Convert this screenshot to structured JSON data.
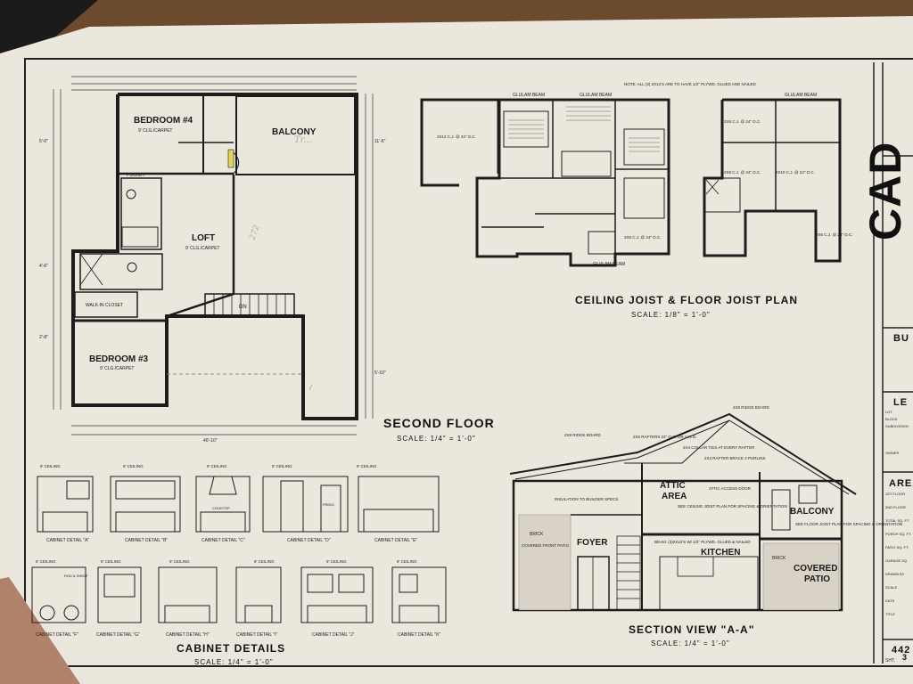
{
  "second_floor": {
    "title": "SECOND FLOOR",
    "scale": "SCALE: 1/4\" = 1'-0\"",
    "rooms": {
      "bedroom4": "BEDROOM #4",
      "bedroom4_sub": "9' CLG./CARPET",
      "balcony": "BALCONY",
      "loft": "LOFT",
      "loft_sub": "9' CLG./CARPET",
      "bedroom3": "BEDROOM #3",
      "bedroom3_sub": "9' CLG./CARPET",
      "pocket": "POCKET",
      "walkin_closet": "WALK-IN CLOSET",
      "stairs": "DN"
    },
    "dims": {
      "overall": "40'-10\"",
      "left_a": "5'-0\"",
      "left_b": "4'-6\"",
      "left_c": "2'-8\"",
      "right_a": "11'-6\"",
      "right_b": "5'-10\""
    }
  },
  "joist_plan": {
    "title": "CEILING JOIST & FLOOR JOIST PLAN",
    "scale": "SCALE: 1/8\" = 1'-0\"",
    "labels": {
      "glulam_1": "GLULAM BEAM",
      "glulam_2": "GLULAM BEAM",
      "glulam_3": "GLULAM BEAM",
      "glulam_4": "GLULAM BEAM",
      "note": "NOTE: ALL (3) 2X12'S ARE TO HAVE 1/2\" PLYWD. GLUED AND NAILED",
      "cj_a": "2X12 C.J. @ 24\" O.C.",
      "cj_b": "2X6 C.J. @ 24\" O.C.",
      "cj_c": "2X10 C.J. @ 24\" O.C.",
      "cj_d": "2X6 C.J. @ 24\" O.C.",
      "cj_e": "2X8 C.J. @ 24\" O.C.",
      "cj_f": "2X6 C.J. @ 24\" O.C."
    }
  },
  "section": {
    "title": "SECTION VIEW \"A-A\"",
    "scale": "SCALE: 1/4\" = 1'-0\"",
    "labels": {
      "attic": "ATTIC",
      "area": "AREA",
      "foyer": "FOYER",
      "kitchen": "KITCHEN",
      "balcony": "BALCONY",
      "covered": "COVERED",
      "patio": "PATIO",
      "brick1": "BRICK",
      "brick2": "BRICK",
      "covered_front": "COVERED FRONT PATIO",
      "insulation": "INSULATION TO BUILDER SPECS.",
      "ridge1": "2X8 RIDGE BOARD",
      "ridge2": "2X8 RIDGE BOARD",
      "rafters": "2X6 RAFTERS 24\" O.C. OR U.N.O.",
      "collar": "2X4 COLLAR TIES AT EVERY RAFTER",
      "purlin": "2X4 RAFTER BRACE 4 PURLINS",
      "attic_access": "ATTIC ACCESS DOOR",
      "ceiling_joist": "SEE CEILING JOIST PLAN FOR SPACING & ORIENTATION",
      "floor_joist": "SEE FLOOR JOIST PLAN FOR SPACING & ORIENTATION",
      "beam": "BEAM: (3)2X12'S W/ 1/2\" PLYWD. GLUED & NAILED"
    }
  },
  "cabinets": {
    "title": "CABINET DETAILS",
    "scale": "SCALE: 1/4\" = 1'-0\"",
    "row1": [
      {
        "ceiling": "9' CEILING",
        "label": "CABINET DETAIL \"A\""
      },
      {
        "ceiling": "9' CEILING",
        "label": "CABINET DETAIL \"B\""
      },
      {
        "ceiling": "9' CEILING",
        "label": "CABINET DETAIL \"C\""
      },
      {
        "ceiling": "9' CEILING",
        "label": "CABINET DETAIL \"D\""
      },
      {
        "ceiling": "9' CEILING",
        "label": "CABINET DETAIL \"E\""
      }
    ],
    "row2": [
      {
        "ceiling": "9' CEILING",
        "label": "CABINET DETAIL \"F\""
      },
      {
        "ceiling": "9' CEILING",
        "label": "CABINET DETAIL \"G\""
      },
      {
        "ceiling": "9' CEILING",
        "label": "CABINET DETAIL \"H\""
      },
      {
        "ceiling": "9' CEILING",
        "label": "CABINET DETAIL \"I\""
      },
      {
        "ceiling": "9' CEILING",
        "label": "CABINET DETAIL \"J\""
      },
      {
        "ceiling": "9' CEILING",
        "label": "CABINET DETAIL \"K\""
      }
    ],
    "small": {
      "rod": "ROD & SHELF",
      "cooktop": "COOKTOP",
      "fridge": "FRIDG."
    }
  },
  "title_block": {
    "logo": "CAD",
    "bu": "BU",
    "le": "LE",
    "area": "AREA",
    "rows": [
      "LOT",
      "BLOCK",
      "SUBDIVISION",
      "OWNER"
    ],
    "area_rows": [
      "1ST FLOOR",
      "2ND FLOOR",
      "TOTAL SQ. FT.",
      "PORCH SQ. FT.",
      "PATIO SQ. FT.",
      "GARAGE SQ.",
      "DRAWN BY",
      "SCALE",
      "DATE",
      "TITLE"
    ],
    "sheet_no": "442",
    "sht": "SHT.",
    "sht_num": "3"
  },
  "colors": {
    "paper": "#ebe7dd",
    "ink": "#1c1c1c",
    "table": "#6b4a2e"
  }
}
